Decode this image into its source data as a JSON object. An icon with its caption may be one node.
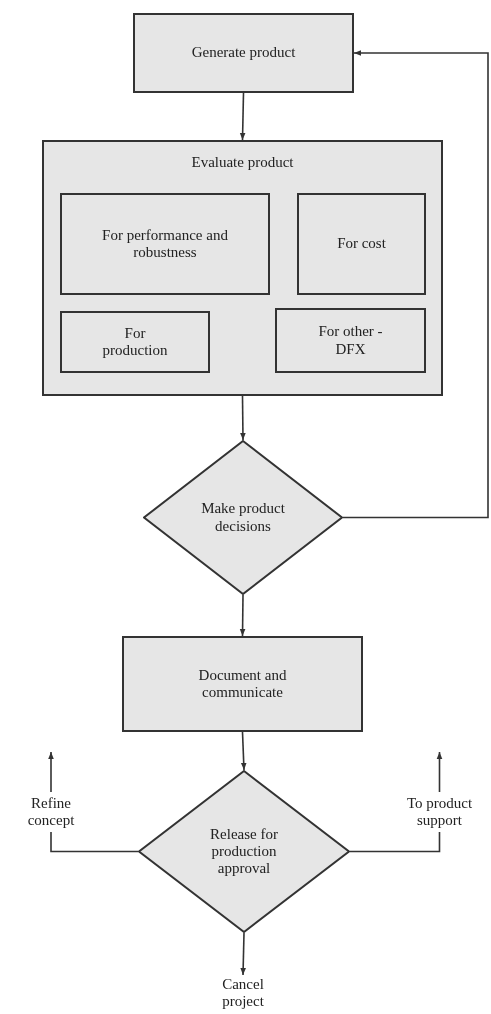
{
  "diagram": {
    "nodes": [
      {
        "text": [
          "Generate product"
        ]
      },
      {
        "text": [
          "Evaluate product"
        ]
      },
      {
        "text": [
          "For performance and robustness"
        ],
        "in": 1
      },
      {
        "text": [
          "For cost"
        ],
        "in": 1
      },
      {
        "text": [
          "For production"
        ],
        "in": 1
      },
      {
        "text": [
          "For other - DFX"
        ],
        "in": 1
      },
      {
        "text": [
          "Make product decisions"
        ]
      },
      {
        "text": [
          "Document and communicate"
        ]
      },
      {
        "text": [
          "Release for production approval"
        ]
      },
      {
        "text": [
          "Refine concept"
        ]
      },
      {
        "text": [
          "To product support"
        ]
      },
      {
        "text": [
          "Cancel project"
        ]
      }
    ],
    "edges": [
      {
        "from": 0,
        "to": 1,
        "arrow": "to"
      },
      {
        "from": 1,
        "to": 6,
        "arrow": "to"
      },
      {
        "from": 6,
        "to": 0,
        "arrow": "to"
      },
      {
        "from": 6,
        "to": 7,
        "arrow": "to"
      },
      {
        "from": 7,
        "to": 8,
        "arrow": "to"
      },
      {
        "from": 8,
        "to": 9,
        "arrow": "none"
      },
      {
        "from": 9,
        "to": null,
        "arrow": "to"
      },
      {
        "from": 8,
        "to": 10,
        "arrow": "none"
      },
      {
        "from": 10,
        "to": null,
        "arrow": "to"
      },
      {
        "from": 8,
        "to": 11,
        "arrow": "to"
      }
    ]
  }
}
